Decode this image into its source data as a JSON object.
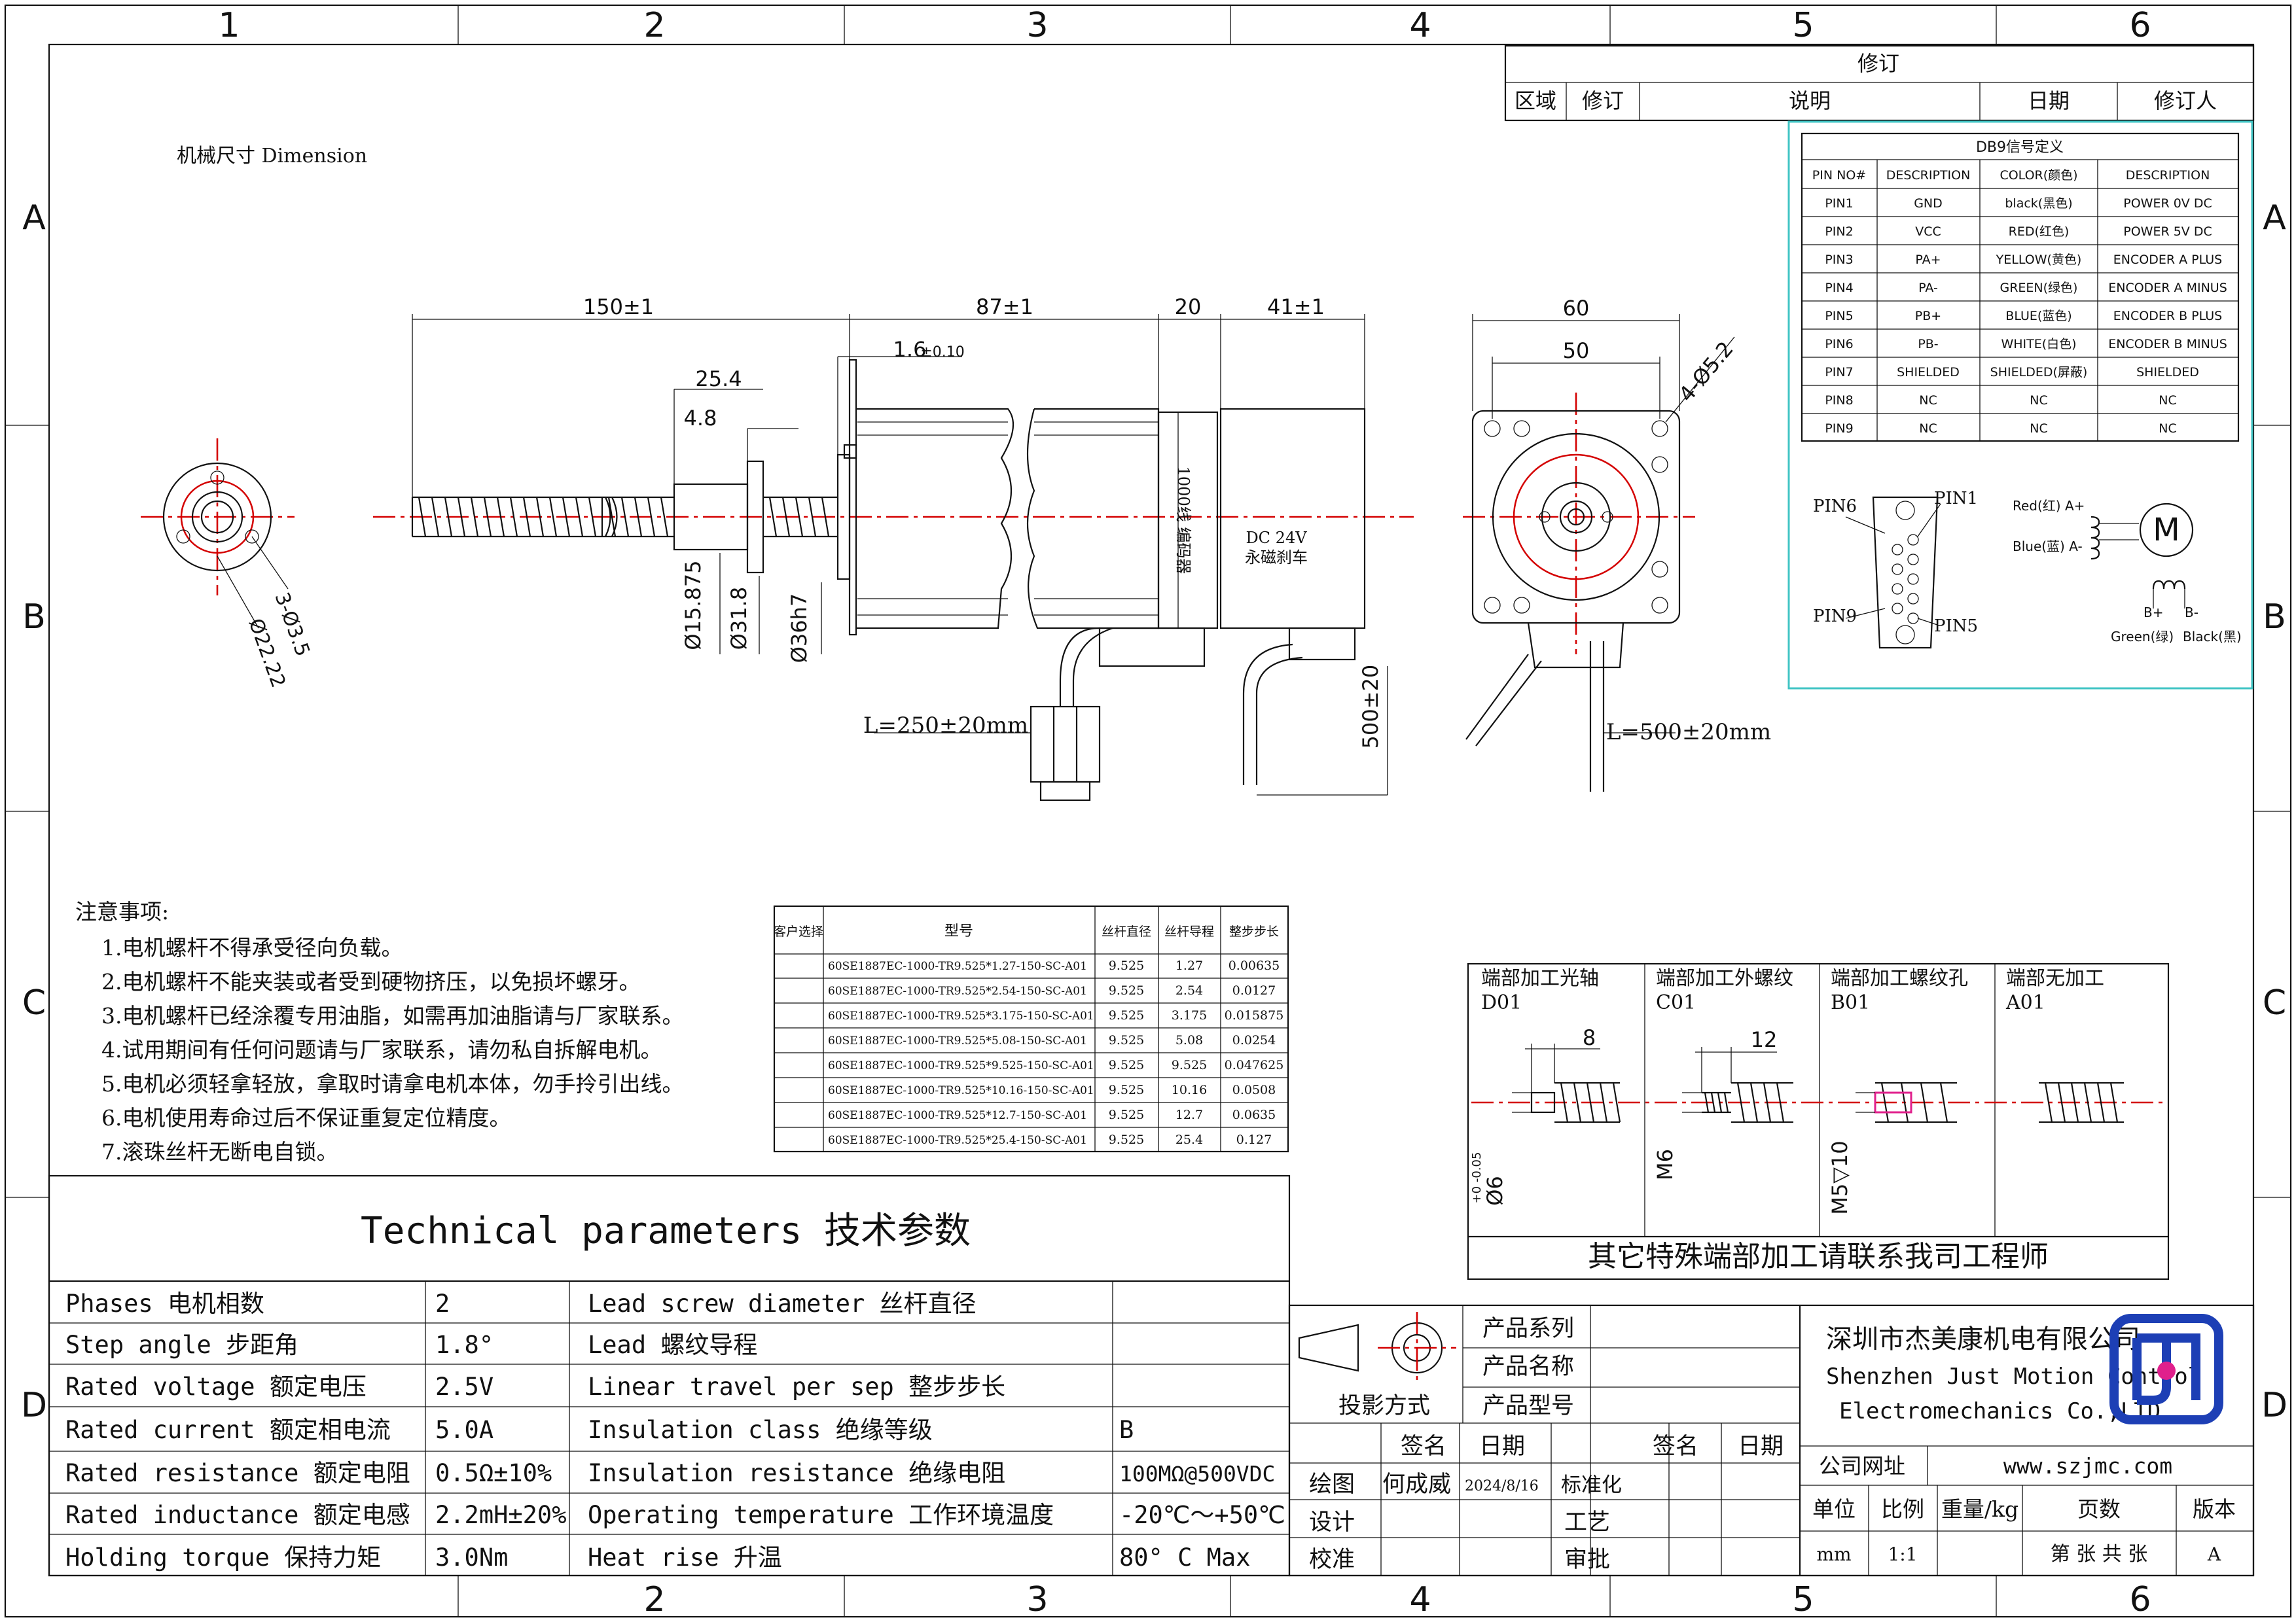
{
  "zones": {
    "cols": [
      "1",
      "2",
      "3",
      "4",
      "5",
      "6"
    ],
    "rows": [
      "A",
      "B",
      "C",
      "D"
    ]
  },
  "revision": {
    "title": "修订",
    "headers": [
      "区域",
      "修订",
      "说明",
      "日期",
      "修订人"
    ]
  },
  "dimension_title": "机械尺寸 Dimension",
  "db9": {
    "title": "DB9信号定义",
    "headers": [
      "PIN NO#",
      "DESCRIPTION",
      "COLOR(颜色)",
      "DESCRIPTION"
    ],
    "rows": [
      [
        "PIN1",
        "GND",
        "black(黑色)",
        "POWER 0V DC"
      ],
      [
        "PIN2",
        "VCC",
        "RED(红色)",
        "POWER 5V DC"
      ],
      [
        "PIN3",
        "PA+",
        "YELLOW(黄色)",
        "ENCODER A PLUS"
      ],
      [
        "PIN4",
        "PA-",
        "GREEN(绿色)",
        "ENCODER A MINUS"
      ],
      [
        "PIN5",
        "PB+",
        "BLUE(蓝色)",
        "ENCODER B PLUS"
      ],
      [
        "PIN6",
        "PB-",
        "WHITE(白色)",
        "ENCODER B MINUS"
      ],
      [
        "PIN7",
        "SHIELDED",
        "SHIELDED(屏蔽)",
        "SHIELDED"
      ],
      [
        "PIN8",
        "NC",
        "NC",
        "NC"
      ],
      [
        "PIN9",
        "NC",
        "NC",
        "NC"
      ]
    ],
    "pin_labels": [
      "PIN6",
      "PIN1",
      "PIN9",
      "PIN5"
    ],
    "coil_labels": [
      "Red(红) A+",
      "Blue(蓝) A-",
      "B+",
      "B-",
      "Green(绿)",
      "Black(黑)"
    ],
    "motor_symbol": "M"
  },
  "dims": {
    "screw_len": "150±1",
    "body_len": "87±1",
    "enc_len": "20",
    "brake_len": "41±1",
    "flange_thk": "1.6",
    "flange_tol": "±0.10",
    "nut_len": "25.4",
    "nut_flange": "4.8",
    "d_nut": "Ø15.875",
    "d_flange": "Ø31.8",
    "d_boss": "Ø36h7",
    "holes": "3-Ø3.5",
    "pcd": "Ø22.22",
    "square": "60",
    "hole_pitch": "50",
    "mount_holes": "4-Ø5.2",
    "lead_enc": "L=250±20mm",
    "lead_brake": "L=500±20mm",
    "lead_vertical": "500±20",
    "enc_text": "1000线 编码器",
    "brake_text1": "DC 24V",
    "brake_text2": "永磁刹车"
  },
  "notes": {
    "title": "注意事项:",
    "items": [
      "1.电机螺杆不得承受径向负载。",
      "2.电机螺杆不能夹装或者受到硬物挤压，以免损坏螺牙。",
      "3.电机螺杆已经涂覆专用油脂，如需再加油脂请与厂家联系。",
      "4.试用期间有任何问题请与厂家联系，请勿私自拆解电机。",
      "5.电机必须轻拿轻放，拿取时请拿电机本体，勿手拎引出线。",
      "6.电机使用寿命过后不保证重复定位精度。",
      "7.滚珠丝杆无断电自锁。"
    ]
  },
  "models": {
    "headers": [
      "客户选择",
      "型号",
      "丝杆直径",
      "丝杆导程",
      "整步步长"
    ],
    "rows": [
      [
        "",
        "60SE1887EC-1000-TR9.525*1.27-150-SC-A01",
        "9.525",
        "1.27",
        "0.00635"
      ],
      [
        "",
        "60SE1887EC-1000-TR9.525*2.54-150-SC-A01",
        "9.525",
        "2.54",
        "0.0127"
      ],
      [
        "",
        "60SE1887EC-1000-TR9.525*3.175-150-SC-A01",
        "9.525",
        "3.175",
        "0.015875"
      ],
      [
        "",
        "60SE1887EC-1000-TR9.525*5.08-150-SC-A01",
        "9.525",
        "5.08",
        "0.0254"
      ],
      [
        "",
        "60SE1887EC-1000-TR9.525*9.525-150-SC-A01",
        "9.525",
        "9.525",
        "0.047625"
      ],
      [
        "",
        "60SE1887EC-1000-TR9.525*10.16-150-SC-A01",
        "9.525",
        "10.16",
        "0.0508"
      ],
      [
        "",
        "60SE1887EC-1000-TR9.525*12.7-150-SC-A01",
        "9.525",
        "12.7",
        "0.0635"
      ],
      [
        "",
        "60SE1887EC-1000-TR9.525*25.4-150-SC-A01",
        "9.525",
        "25.4",
        "0.127"
      ]
    ]
  },
  "ends": {
    "items": [
      {
        "title": "端部加工光轴",
        "code": "D01",
        "dim": "8",
        "side": "Ø6",
        "side_tol": "+0 -0.05"
      },
      {
        "title": "端部加工外螺纹",
        "code": "C01",
        "dim": "12",
        "side": "M6"
      },
      {
        "title": "端部加工螺纹孔",
        "code": "B01",
        "side": "M5▽10"
      },
      {
        "title": "端部无加工",
        "code": "A01"
      }
    ],
    "footer": "其它特殊端部加工请联系我司工程师"
  },
  "tech": {
    "title": "Technical parameters 技术参数",
    "rows": [
      [
        "Phases 电机相数",
        "2",
        "Lead screw diameter 丝杆直径",
        ""
      ],
      [
        "Step angle 步距角",
        "1.8°",
        "Lead 螺纹导程",
        ""
      ],
      [
        "Rated voltage 额定电压",
        "2.5V",
        "Linear travel per sep 整步步长",
        ""
      ],
      [
        "Rated current 额定相电流",
        "5.0A",
        "Insulation class 绝缘等级",
        "B"
      ],
      [
        "Rated resistance 额定电阻",
        "0.5Ω±10%",
        "Insulation resistance 绝缘电阻",
        "100MΩ@500VDC"
      ],
      [
        "Rated inductance 额定电感",
        "2.2mH±20%",
        "Operating temperature 工作环境温度",
        "-20℃～+50℃"
      ],
      [
        "Holding torque 保持力矩",
        "3.0Nm",
        "Heat rise 升温",
        "80° C Max"
      ]
    ]
  },
  "title_block": {
    "series": "产品系列",
    "name": "产品名称",
    "model": "产品型号",
    "projection": "投影方式",
    "sign": "签名",
    "date": "日期",
    "sign2": "签名",
    "date2": "日期",
    "draw": "绘图",
    "drawer": "何成威",
    "draw_date": "2024/8/16",
    "standard": "标准化",
    "design": "设计",
    "process": "工艺",
    "check": "校准",
    "approve": "审批",
    "company_cn": "深圳市杰美康机电有限公司",
    "company_en1": "Shenzhen Just Motion Control",
    "company_en2": "Electromechanics Co.,LTD",
    "website_label": "公司网址",
    "website": "www.szjmc.com",
    "unit": "单位",
    "scale": "比例",
    "weight": "重量/kg",
    "pages": "页数",
    "version": "版本",
    "unit_val": "mm",
    "scale_val": "1:1",
    "pages_val": "第 张 共 张",
    "version_val": "A"
  },
  "colors": {
    "center_line": "#d40000",
    "border": "#111111",
    "teal_box": "#40c4c4",
    "logo_blue": "#1d3fb5",
    "logo_pink": "#e0208c"
  }
}
